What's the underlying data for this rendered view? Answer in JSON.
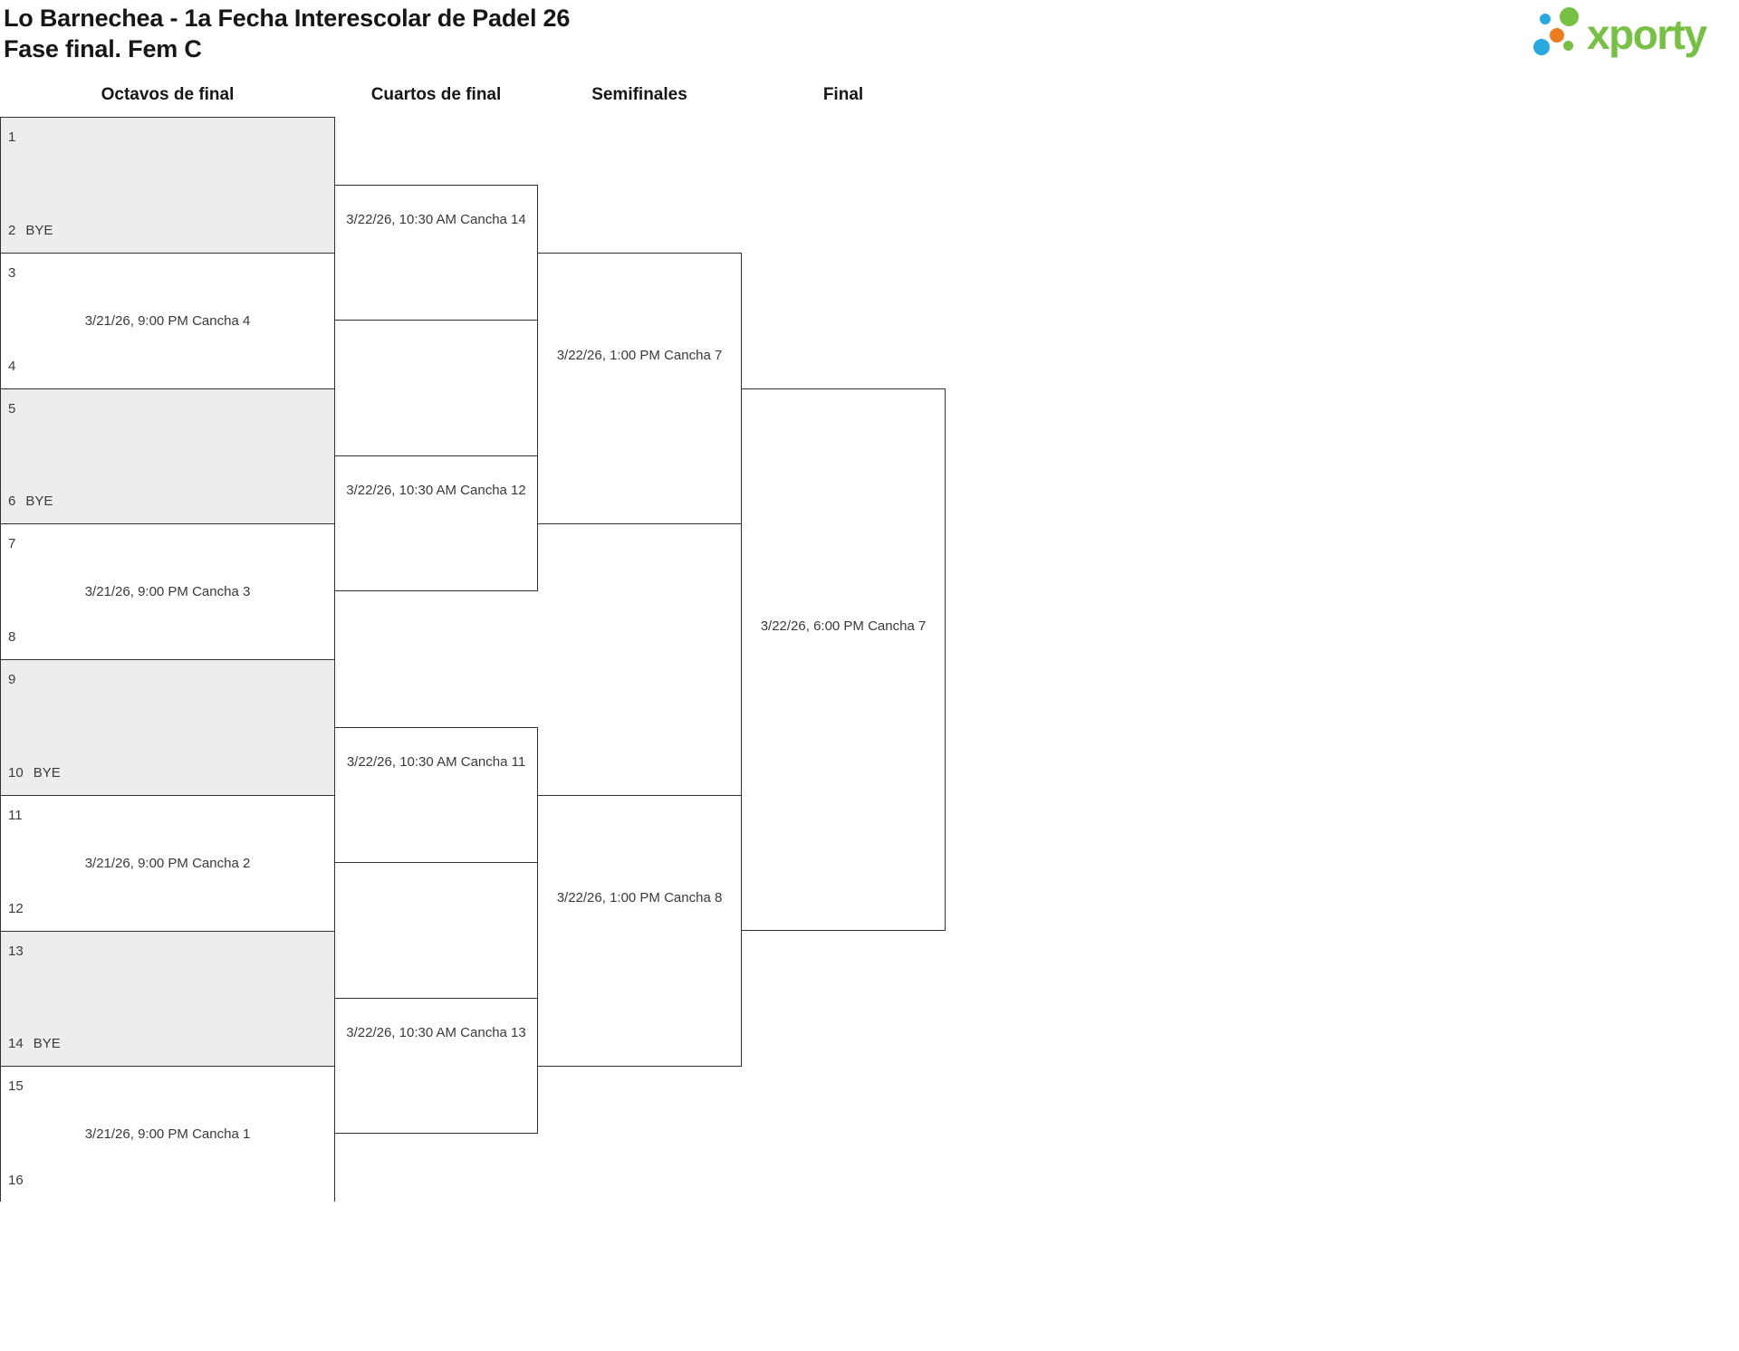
{
  "page": {
    "title_line1": "Lo Barnechea - 1a Fecha Interescolar de Padel 26",
    "title_line2": "Fase final. Fem C"
  },
  "logo": {
    "text": "xporty",
    "colors": {
      "green": "#76c043",
      "blue": "#29a8e0",
      "orange": "#ee7c1d"
    }
  },
  "bracket": {
    "rounds": [
      {
        "label": "Octavos de final",
        "matches": [
          {
            "top_seed": "1",
            "bottom_seed": "2",
            "bottom_tag": "BYE",
            "bye": true,
            "schedule": ""
          },
          {
            "top_seed": "3",
            "bottom_seed": "4",
            "bottom_tag": "",
            "bye": false,
            "schedule": "3/21/26, 9:00 PM Cancha 4"
          },
          {
            "top_seed": "5",
            "bottom_seed": "6",
            "bottom_tag": "BYE",
            "bye": true,
            "schedule": ""
          },
          {
            "top_seed": "7",
            "bottom_seed": "8",
            "bottom_tag": "",
            "bye": false,
            "schedule": "3/21/26, 9:00 PM Cancha 3"
          },
          {
            "top_seed": "9",
            "bottom_seed": "10",
            "bottom_tag": "BYE",
            "bye": true,
            "schedule": ""
          },
          {
            "top_seed": "11",
            "bottom_seed": "12",
            "bottom_tag": "",
            "bye": false,
            "schedule": "3/21/26, 9:00 PM Cancha 2"
          },
          {
            "top_seed": "13",
            "bottom_seed": "14",
            "bottom_tag": "BYE",
            "bye": true,
            "schedule": ""
          },
          {
            "top_seed": "15",
            "bottom_seed": "16",
            "bottom_tag": "",
            "bye": false,
            "schedule": "3/21/26, 9:00 PM Cancha 1"
          }
        ]
      },
      {
        "label": "Cuartos de final",
        "matches": [
          {
            "schedule": "3/22/26, 10:30 AM Cancha 14"
          },
          {
            "schedule": "3/22/26, 10:30 AM Cancha 12"
          },
          {
            "schedule": "3/22/26, 10:30 AM Cancha 11"
          },
          {
            "schedule": "3/22/26, 10:30 AM Cancha 13"
          }
        ]
      },
      {
        "label": "Semifinales",
        "matches": [
          {
            "schedule": "3/22/26, 1:00 PM Cancha 7"
          },
          {
            "schedule": "3/22/26, 1:00 PM Cancha 8"
          }
        ]
      },
      {
        "label": "Final",
        "matches": [
          {
            "schedule": "3/22/26, 6:00 PM Cancha 7"
          }
        ]
      }
    ]
  },
  "theme": {
    "border_color": "#333333",
    "bye_fill": "#ededed",
    "text_color": "#3a3a3a",
    "heading_color": "#161616"
  }
}
